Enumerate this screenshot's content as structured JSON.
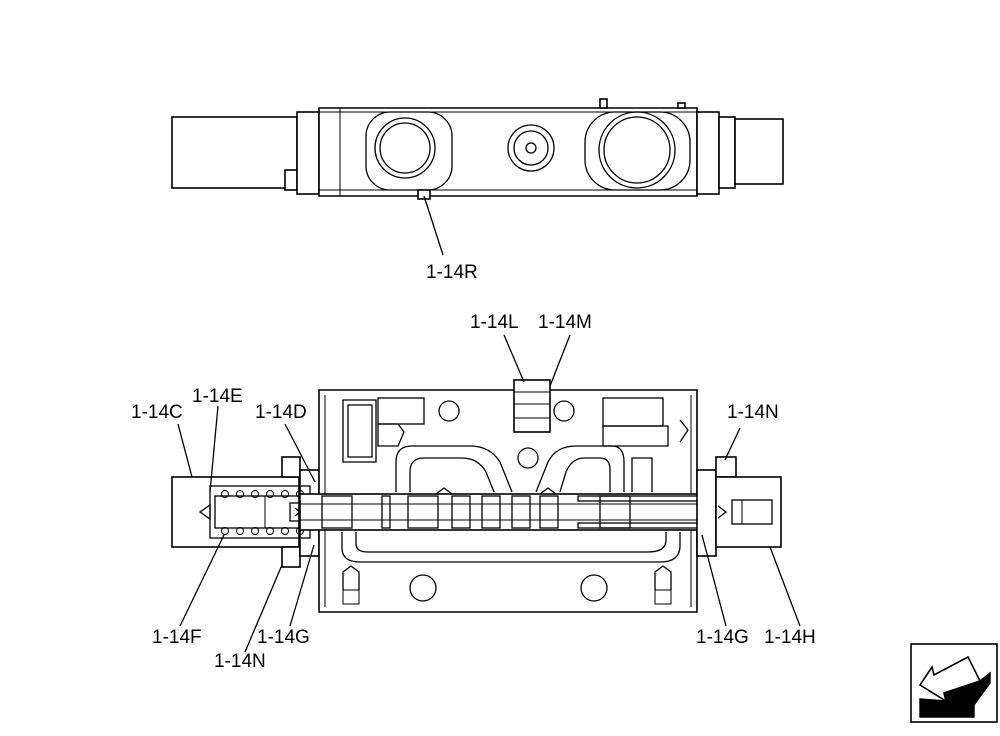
{
  "labels": {
    "r": "1-14R",
    "l": "1-14L",
    "m": "1-14M",
    "c": "1-14C",
    "e": "1-14E",
    "d": "1-14D",
    "n_right": "1-14N",
    "f": "1-14F",
    "n_bottom": "1-14N",
    "g_left": "1-14G",
    "g_right": "1-14G",
    "h": "1-14H"
  },
  "nav_button": {
    "icon": "arrow-icon"
  }
}
